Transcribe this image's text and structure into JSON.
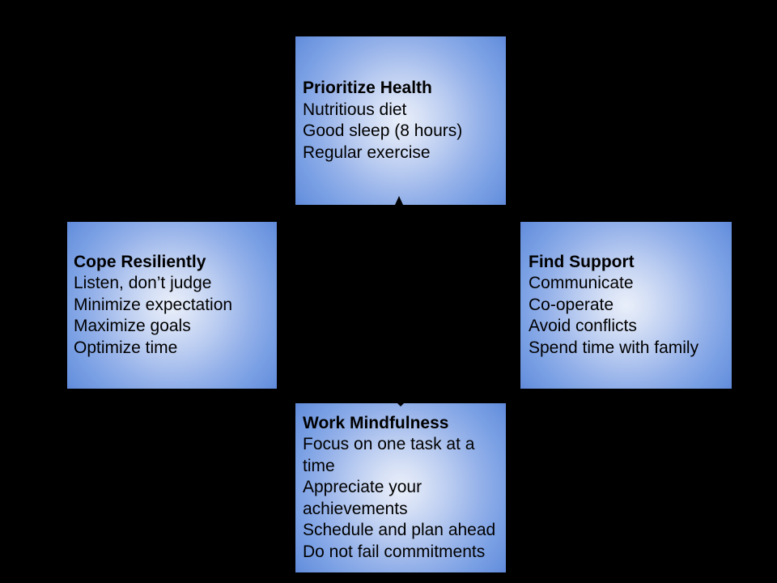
{
  "diagram": {
    "background_color": "#000000",
    "colors": {
      "box_gradient_center": "#e9effa",
      "box_gradient_edge": "#6089da",
      "text": "#000000",
      "arrow": "#000000"
    },
    "boxes": [
      {
        "title": "Prioritize Health",
        "items": [
          "Nutritious diet",
          "Good sleep (8 hours)",
          "Regular exercise"
        ]
      },
      {
        "title": "Cope Resiliently",
        "items": [
          "Listen, don’t judge",
          "Minimize expectation",
          "Maximize goals",
          "Optimize time"
        ]
      },
      {
        "title": "Find Support",
        "items": [
          "Communicate",
          "Co-operate",
          "Avoid conflicts",
          "Spend time with family"
        ]
      },
      {
        "title": "Work Mindfulness",
        "items": [
          "Focus on one task at a time",
          "Appreciate your achievements",
          "Schedule and plan ahead",
          "Do not fail commitments"
        ]
      }
    ]
  }
}
